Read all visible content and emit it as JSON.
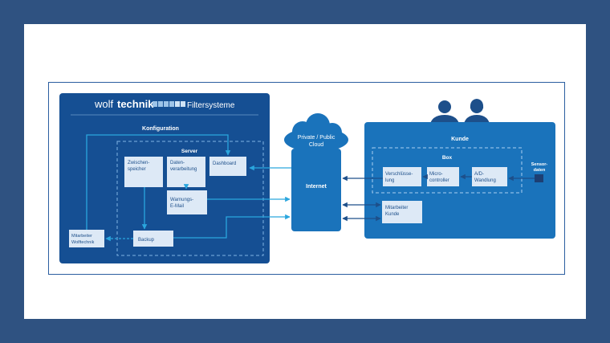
{
  "brand": {
    "wolf": "wolf",
    "technik": "technik",
    "subtitle": "Filtersysteme"
  },
  "left_panel": {
    "title": "Konfiguration",
    "server_title": "Server",
    "zwischenspeicher": [
      "Zwischen-",
      "speicher"
    ],
    "datenverarbeitung": [
      "Daten-",
      "verarbeitung"
    ],
    "dashboard": "Dashboard",
    "warnungs": [
      "Warnungs-",
      "E-Mail"
    ],
    "backup": "Backup",
    "mitarbeiter": [
      "Mitarbeiter",
      "Wolftechnik"
    ]
  },
  "cloud": {
    "label": [
      "Private / Public",
      "Cloud"
    ],
    "internet": "Internet"
  },
  "right_panel": {
    "title": "Kunde",
    "box_title": "Box",
    "verschluesselung": [
      "Verschlüsse-",
      "lung"
    ],
    "microcontroller": [
      "Micro-",
      "controller"
    ],
    "ad_wandlung": [
      "A/D-",
      "Wandlung"
    ],
    "sensordaten": [
      "Sensor-",
      "daten"
    ],
    "mitarbeiter_kunde": [
      "Mitarbeiter",
      "Kunde"
    ]
  },
  "colors": {
    "background": "#2f5281",
    "panel_dark": "#154f93",
    "panel_light": "#1a73bb",
    "box_fill": "#dde9f6",
    "arrow": "#2aa6de"
  }
}
